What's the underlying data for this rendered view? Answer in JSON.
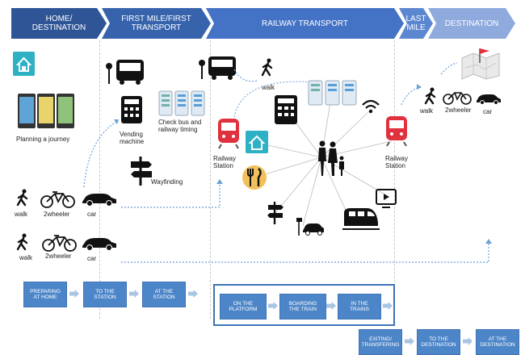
{
  "header": {
    "phases": [
      {
        "label": "HOME/\nDESTINATION"
      },
      {
        "label": "FIRST MILE/FIRST\nTRANSPORT"
      },
      {
        "label": "RAILWAY TRANSPORT"
      },
      {
        "label": "LAST\nMILE"
      },
      {
        "label": "DESTINATION"
      }
    ]
  },
  "colors": {
    "header_dark": "#2f5597",
    "header_mid": "#4472c4",
    "header_light": "#8faadc",
    "step_blue": "#4d86c8",
    "rail_red": "#e0313f",
    "accent_teal": "#2eb1c4"
  },
  "labels": {
    "planning": "Planning a journey",
    "vending": "Vending\nmachine",
    "check": "Check bus and\nrailway timing",
    "wayfinding": "Wayfinding",
    "railway_station_left": "Railway\nStation",
    "railway_station_right": "Railway\nStation",
    "walk_top": "walk",
    "walk_row1": "walk",
    "twowheeler_row1": "2wheeler",
    "car_row1": "car",
    "walk_row2": "walk",
    "twowheeler_row2": "2wheeler",
    "car_row2": "car",
    "walk_last": "walk",
    "twowheeler_last": "2wheeler",
    "car_last": "car"
  },
  "steps_row1": [
    "PREPARING\nAT HOME",
    "TO THE\nSTATION",
    "AT THE\nSTATION"
  ],
  "steps_row2": [
    "ON THE\nPLATFORM",
    "BOARDING\nTHE TRAIN",
    "IN THE\nTRAINS"
  ],
  "steps_row3": [
    "EXITING/\nTRANSFERING",
    "TO THE\nDESTINATION",
    "AT THE\nDESTINATION"
  ],
  "icons": {
    "home": "home-icon",
    "phones": "smartphone-icon",
    "bus": "bus-icon",
    "ticket": "ticket-machine-icon",
    "signpost": "signpost-icon",
    "train": "train-icon",
    "wifi": "wifi-icon",
    "family": "family-icon",
    "food": "food-icon",
    "taxi": "taxi-icon",
    "tv": "tv-icon",
    "map": "map-icon"
  }
}
